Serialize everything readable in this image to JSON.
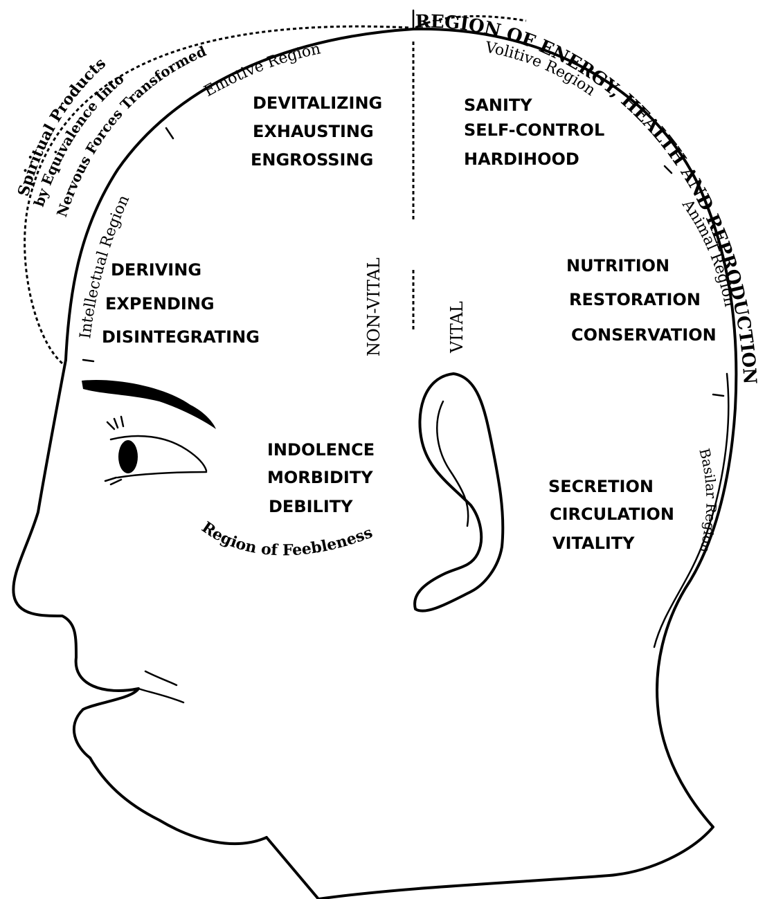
{
  "regions": {
    "emotive": "Emotive Region",
    "volitive": "Volitive Region",
    "intellectual": "Intellectual Region",
    "animal": "Animal Region",
    "basilar": "Basilar Region",
    "feebleness": "Region of Feebleness"
  },
  "outer_arcs": {
    "energy": "REGION OF ENERGY, HEALTH AND REPRODUCTION",
    "spiritual_line1": "Nervous Forces Transformed",
    "spiritual_line2": "by Equivalence Into",
    "spiritual_line3": "Spiritual Products"
  },
  "columns": {
    "non_vital": "NON-VITAL",
    "vital": "VITAL"
  },
  "emotive_terms": [
    "DEVITALIZING",
    "EXHAUSTING",
    "ENGROSSING"
  ],
  "volitive_terms": [
    "SANITY",
    "SELF-CONTROL",
    "HARDIHOOD"
  ],
  "intellectual_terms": [
    "DERIVING",
    "EXPENDING",
    "DISINTEGRATING"
  ],
  "animal_terms": [
    "NUTRITION",
    "RESTORATION",
    "CONSERVATION"
  ],
  "feebleness_terms": [
    "INDOLENCE",
    "MORBIDITY",
    "DEBILITY"
  ],
  "basilar_terms": [
    "SECRETION",
    "CIRCULATION",
    "VITALITY"
  ]
}
